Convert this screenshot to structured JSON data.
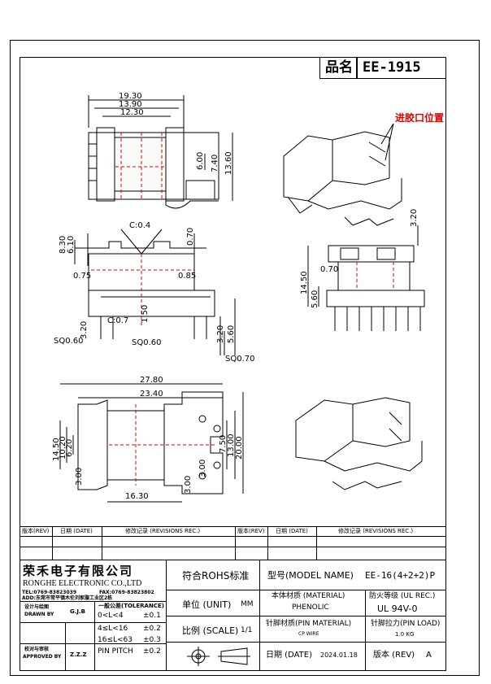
{
  "title_block": {
    "label": "品名",
    "part_no": "EE-1915"
  },
  "annotation": {
    "gate_position": "进胶口位置"
  },
  "dims_top_view": {
    "d_a": "19.30",
    "d_b": "13.90",
    "d_c": "12.30",
    "d_d": "6.00",
    "d_e": "7.40",
    "d_f": "13.60"
  },
  "dims_front_view": {
    "d_g": "8.30",
    "d_h": "6.10",
    "chamfer1": "C:0.4",
    "d_top": "0.70",
    "d_left": "0.75",
    "d_right": "0.85",
    "chamfer2": "C:0.7",
    "d_150": "1.50",
    "d_320a": "3.20",
    "d_560": "5.60",
    "sq1": "SQ0.60",
    "sq2": "SQ0.60",
    "sq3": "SQ0.70",
    "d_320b": "3.20"
  },
  "dims_side_view": {
    "d_320": "3.20",
    "d_070": "0.70",
    "d_1450": "14.50",
    "d_560": "5.60"
  },
  "dims_bottom_view": {
    "d_2780": "27.80",
    "d_2340": "23.40",
    "d_1450": "14.50",
    "d_1020": "10.20",
    "d_620": "6.20",
    "d_300a": "3.00",
    "d_1630": "16.30",
    "d_300b": "3.00",
    "d_300c": "3.00",
    "d_750": "7.50",
    "d_1300": "13.00",
    "d_2000": "20.00"
  },
  "revision_table": {
    "headers": [
      "版本(REV)",
      "日期 (DATE)",
      "修改记录 (REVISIONS REC.)",
      "版本(REV)",
      "日期 (DATE)",
      "修改记录 (REVISIONS REC.)"
    ]
  },
  "company": {
    "name_cn": "荣禾电子有限公司",
    "name_en": "RONGHE ELECTRONIC CO.,LTD",
    "tel": "TEL:0769-83823039",
    "fax": "FAX:0769-83823802",
    "address": "ADD:东莞市常平镇木伦刘家璇工业区2栋"
  },
  "info": {
    "rohs": "符合ROHS标准",
    "model_label": "型号(MODEL NAME)",
    "model_value": "EE-16(4+2+2)P",
    "unit_label": "单位 (UNIT)",
    "unit_value": "MM",
    "material_label": "本体材质 (MATERIAL)",
    "material_value": "PHENOLIC",
    "flame_label": "防火等级 (UL REC.)",
    "flame_value": "UL 94V-0",
    "scale_label": "比例 (SCALE)",
    "scale_value": "1/1",
    "pin_material_label": "针脚材质(PIN MATERIAL)",
    "pin_material_value": "CP WIRE",
    "pin_load_label": "针脚拉力(PIN LOAD)",
    "pin_load_value": "1.0 KG",
    "date_label": "日期 (DATE)",
    "date_value": "2024.01.18",
    "rev_label": "版本 (REV)",
    "rev_value": "A"
  },
  "tolerance": {
    "title": "一般公差(TOLERANCE)",
    "rows": [
      {
        "range": "0<L<4",
        "value": "±0.1"
      },
      {
        "range": "4≤L<16",
        "value": "±0.2"
      },
      {
        "range": "16≤L<63",
        "value": "±0.3"
      },
      {
        "range": "PIN PITCH",
        "value": "±0.2"
      }
    ]
  },
  "signoff": {
    "drawn_cn": "设计与绘图",
    "drawn_en": "DRAWN BY",
    "drawn_value": "G.J.B",
    "approved_cn": "校对与审核",
    "approved_en": "APPROVED BY",
    "approved_value": "Z.Z.Z"
  }
}
